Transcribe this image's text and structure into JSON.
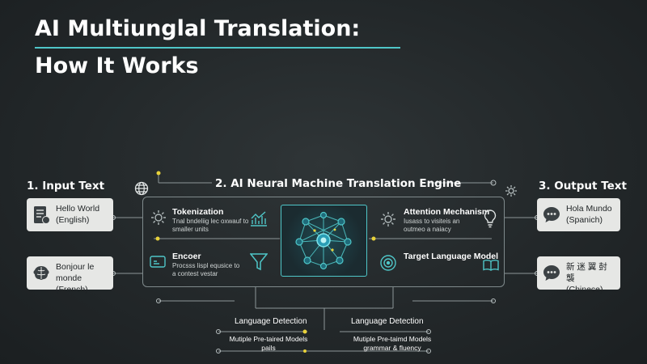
{
  "title": {
    "line1": "AI Multiunglal Translation:",
    "line2": "How It Works"
  },
  "sections": {
    "input": "1. Input Text",
    "engine": "2. AI Neural Machine Translation Engine",
    "output": "3. Output Text"
  },
  "input_cards": [
    {
      "text": "Hello World\n(English)",
      "icon": "document-icon"
    },
    {
      "text": "Bonjour le\nmonde (French)",
      "icon": "brain-icon"
    }
  ],
  "output_cards": [
    {
      "text": "Hola Mundo\n(Spanich)",
      "icon": "speech-bubble-icon"
    },
    {
      "text": "新 迷 翼 尌 襲\n(Chinece)",
      "icon": "speech-bubble-icon"
    }
  ],
  "engine_features": {
    "tokenization": {
      "title": "Tokenization",
      "desc": "Tnal bndeliig lec oxwauf to\nsmaller units"
    },
    "encoder": {
      "title": "Encoer",
      "desc": "Procsss lispl equsice to\na contest vestar"
    },
    "attention": {
      "title": "Attention Mechanism",
      "desc": "Iusass to visiteis an\noutmeo a naiacy"
    },
    "target_model": {
      "title": "Target Language Model",
      "desc": ""
    }
  },
  "lower": {
    "left_label": "Language Detection",
    "left_desc": "Mutiple Pre-taired Models\npails",
    "right_label": "Language Detection",
    "right_desc": "Mutiple Pre-taimd Models\ngrammar & fluency"
  },
  "colors": {
    "accent": "#4fc6c8",
    "dot_yellow": "#e8d23a",
    "card_bg": "#e6e7e5",
    "background": "#262b2d"
  }
}
